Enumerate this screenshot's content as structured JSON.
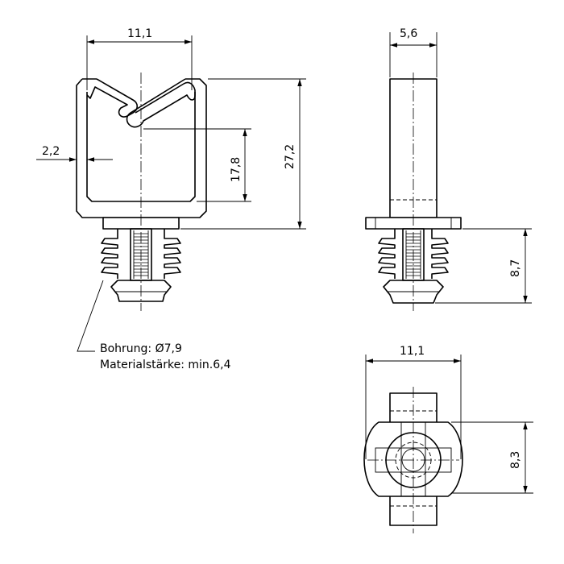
{
  "dimensions": {
    "front_width": "11,1",
    "wall_thickness": "2,2",
    "inner_height": "17,8",
    "total_height": "27,2",
    "side_width": "5,6",
    "side_plug_height": "8,7",
    "bottom_width": "11,1",
    "bottom_height": "8,3"
  },
  "note": {
    "line1": "Bohrung: Ø7,9",
    "line2": "Materialstärke: min.6,4"
  }
}
